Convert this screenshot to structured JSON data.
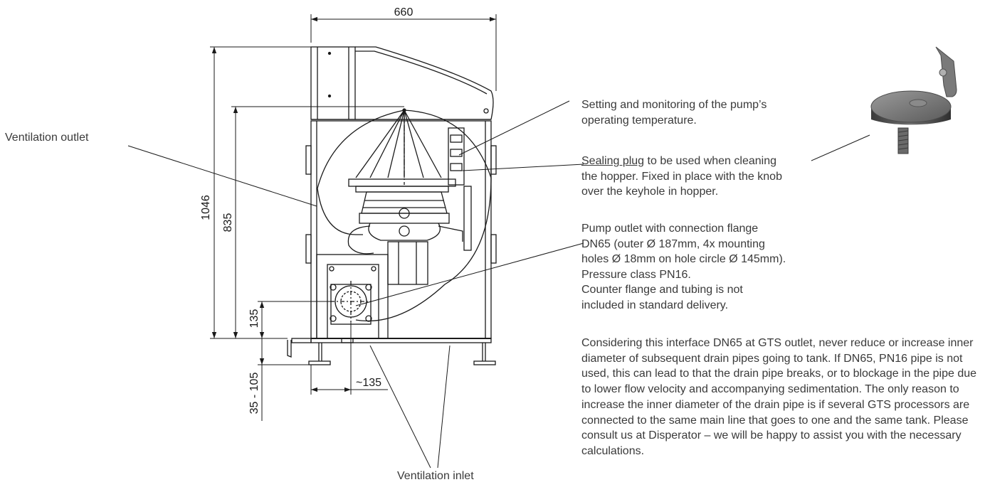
{
  "dimensions": {
    "width_660": "660",
    "height_1046": "1046",
    "height_835": "835",
    "height_135": "135",
    "adjust_35_105": "35 - 105",
    "offset_135": "~135"
  },
  "labels": {
    "ventilation_outlet": "Ventilation outlet",
    "ventilation_inlet": "Ventilation inlet"
  },
  "callouts": {
    "temperature": [
      "Setting and monitoring of the pump’s",
      "operating temperature."
    ],
    "sealing_plug_link": "Sealing plug",
    "sealing_plug_rest1": " to be used when cleaning",
    "sealing_plug_lines": [
      "the hopper. Fixed in place with the knob",
      "over the keyhole in hopper."
    ],
    "pump_outlet": [
      "Pump outlet with connection flange",
      "DN65 (outer Ø 187mm, 4x mounting",
      "holes Ø 18mm on hole circle Ø 145mm).",
      "Pressure class PN16.",
      "Counter flange and tubing is not",
      "included in standard delivery."
    ]
  },
  "note": "Considering this interface DN65 at GTS outlet, never reduce or increase inner diameter of subsequent drain pipes going to tank. If DN65, PN16 pipe is not used, this can lead to that the drain pipe breaks, or to blockage in the pipe due to lower flow velocity and accompanying sedimentation. The only reason to increase the inner diameter of the drain pipe is if several GTS processors are connected to the same main line that goes to one and the same tank. Please consult us at Disperator – we will be happy to assist you with the necessary calculations."
}
